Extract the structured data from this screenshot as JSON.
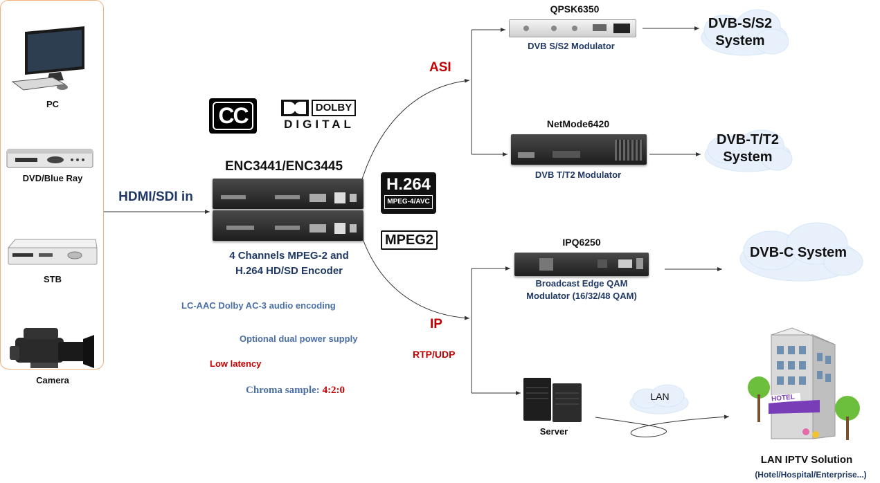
{
  "sources": {
    "items": [
      {
        "label": "PC",
        "icon": "pc-monitor-icon"
      },
      {
        "label": "DVD/Blue Ray",
        "icon": "dvd-player-icon"
      },
      {
        "label": "STB",
        "icon": "set-top-box-icon"
      },
      {
        "label": "Camera",
        "icon": "video-camera-icon"
      }
    ],
    "input_label": "HDMI/SDI in"
  },
  "logos": {
    "cc": "CC",
    "dolby_top": "DOLBY",
    "dolby_bottom": "DIGITAL",
    "h264_top": "H.264",
    "h264_bottom": "MPEG-4/AVC",
    "mpeg2": "MPEG2"
  },
  "encoder": {
    "model": "ENC3441/ENC3445",
    "desc_line1": "4 Channels MPEG-2 and",
    "desc_line2": "H.264 HD/SD Encoder"
  },
  "features": {
    "audio": "LC-AAC Dolby AC-3 audio encoding",
    "power": "Optional dual power supply",
    "latency": "Low latency",
    "chroma_label": "Chroma sample: ",
    "chroma_value": "4:2:0"
  },
  "outputs": {
    "asi": "ASI",
    "ip": "IP",
    "rtp": "RTP/UDP"
  },
  "devices": {
    "qpsk": {
      "model": "QPSK6350",
      "desc": "DVB S/S2 Modulator",
      "target": [
        "DVB-S/S2",
        "System"
      ]
    },
    "netmode": {
      "model": "NetMode6420",
      "desc": "DVB T/T2 Modulator",
      "target": [
        "DVB-T/T2",
        "System"
      ]
    },
    "ipq": {
      "model": "IPQ6250",
      "desc_line1": "Broadcast Edge QAM",
      "desc_line2": "Modulator (16/32/48 QAM)",
      "target": [
        "DVB-C System"
      ]
    },
    "server": {
      "label": "Server",
      "lan": "LAN"
    },
    "iptv": {
      "title": "LAN IPTV Solution",
      "subtitle": "(Hotel/Hospital/Enterprise...)",
      "sign": "HOTEL"
    }
  },
  "colors": {
    "navy": "#1f3864",
    "feature_blue": "#4a6fa5",
    "accent_red": "#c00000",
    "source_border": "#f0b27a",
    "cloud": "#e8f1fb"
  }
}
